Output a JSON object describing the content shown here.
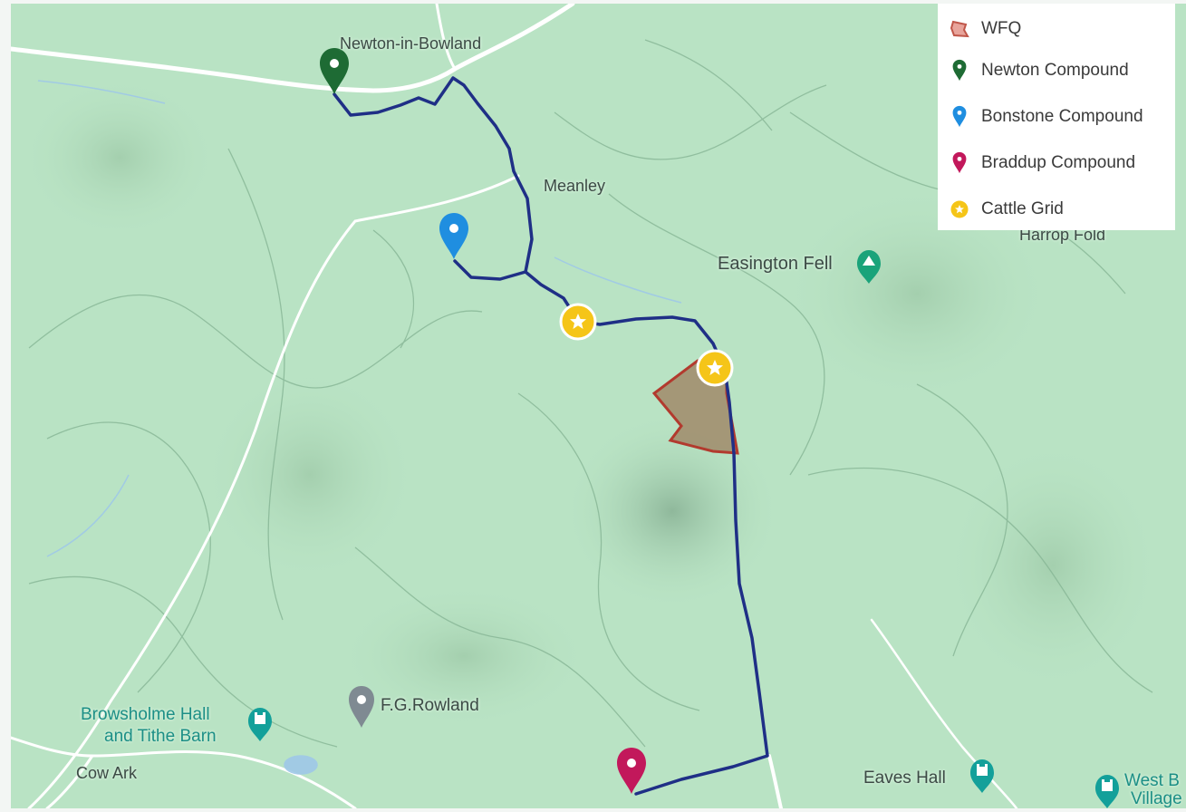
{
  "map": {
    "places": {
      "newton_in_bowland": "Newton-in-Bowland",
      "meanley": "Meanley",
      "easington_fell": "Easington Fell",
      "harrop_fold": "Harrop Fold",
      "browsholme_line1": "Browsholme Hall",
      "browsholme_line2": "and Tithe Barn",
      "fg_rowland": "F.G.Rowland",
      "cow_ark": "Cow Ark",
      "eaves_hall": "Eaves Hall",
      "west_b_line1": "West B",
      "west_b_line2": "Village"
    },
    "route_color": "#1f2f86",
    "zone_color": "#b23a2e"
  },
  "legend": {
    "items": [
      {
        "label": "WFQ",
        "icon": "polygon-icon",
        "color": "#c0574a"
      },
      {
        "label": "Newton Compound",
        "icon": "map-pin-icon",
        "color": "#1e6b34"
      },
      {
        "label": "Bonstone Compound",
        "icon": "map-pin-icon",
        "color": "#1f8ee0"
      },
      {
        "label": "Braddup Compound",
        "icon": "map-pin-icon",
        "color": "#c2185b"
      },
      {
        "label": "Cattle Grid",
        "icon": "star-icon",
        "color": "#f5c518"
      }
    ]
  }
}
